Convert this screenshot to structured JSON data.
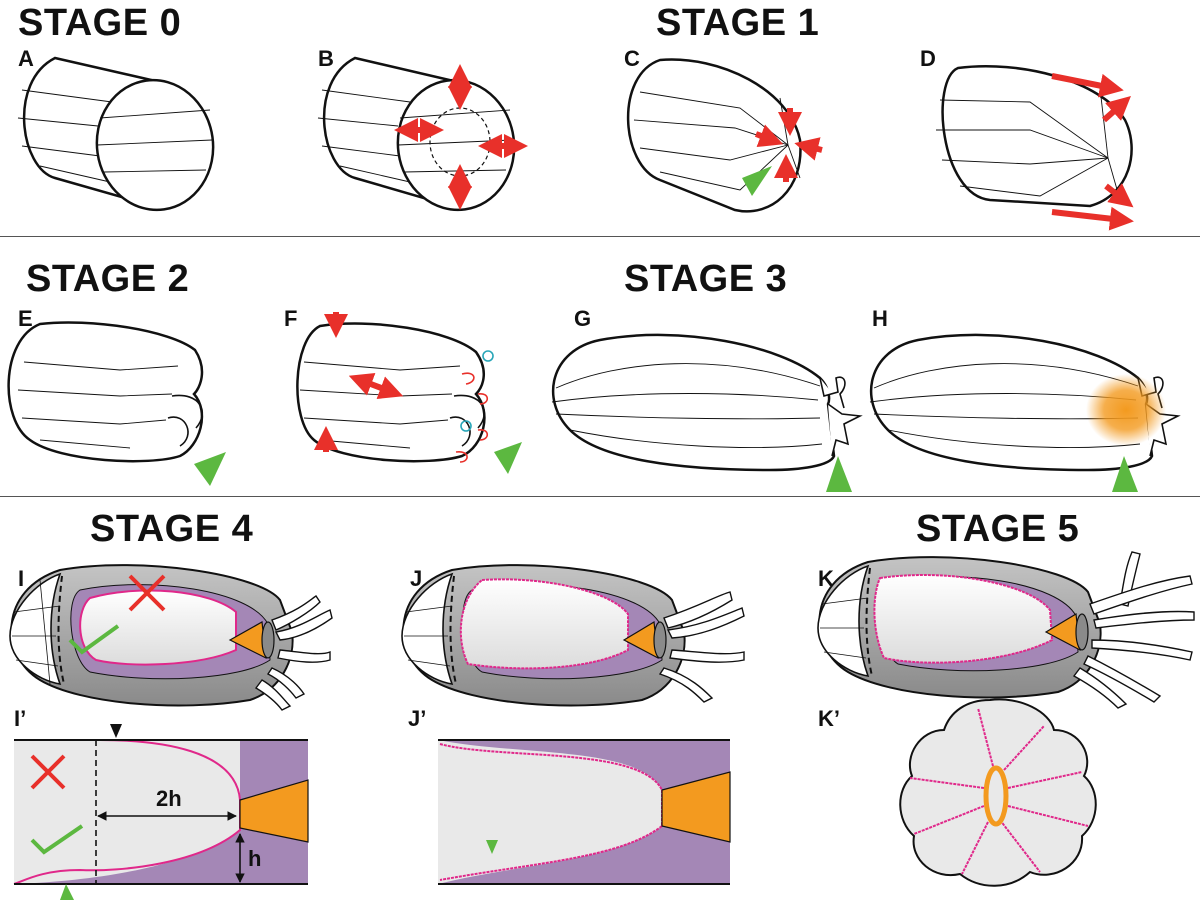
{
  "stages": {
    "s0": "STAGE 0",
    "s1": "STAGE 1",
    "s2": "STAGE 2",
    "s3": "STAGE 3",
    "s4": "STAGE 4",
    "s5": "STAGE 5"
  },
  "panels": {
    "A": "A",
    "B": "B",
    "C": "C",
    "D": "D",
    "E": "E",
    "F": "F",
    "G": "G",
    "H": "H",
    "I": "I",
    "J": "J",
    "K": "K",
    "I_prime": "I’",
    "J_prime": "J’",
    "K_prime": "K’"
  },
  "annotations": {
    "two_h": "2h",
    "h": "h"
  },
  "colors": {
    "arrow_red": "#e8302a",
    "green_marker": "#5cb840",
    "purple": "#a487b6",
    "magenta_line": "#e0288a",
    "orange": "#f39a1f",
    "grey_body": "#9a9a9a",
    "pale_interior": "#e9e9e9"
  }
}
